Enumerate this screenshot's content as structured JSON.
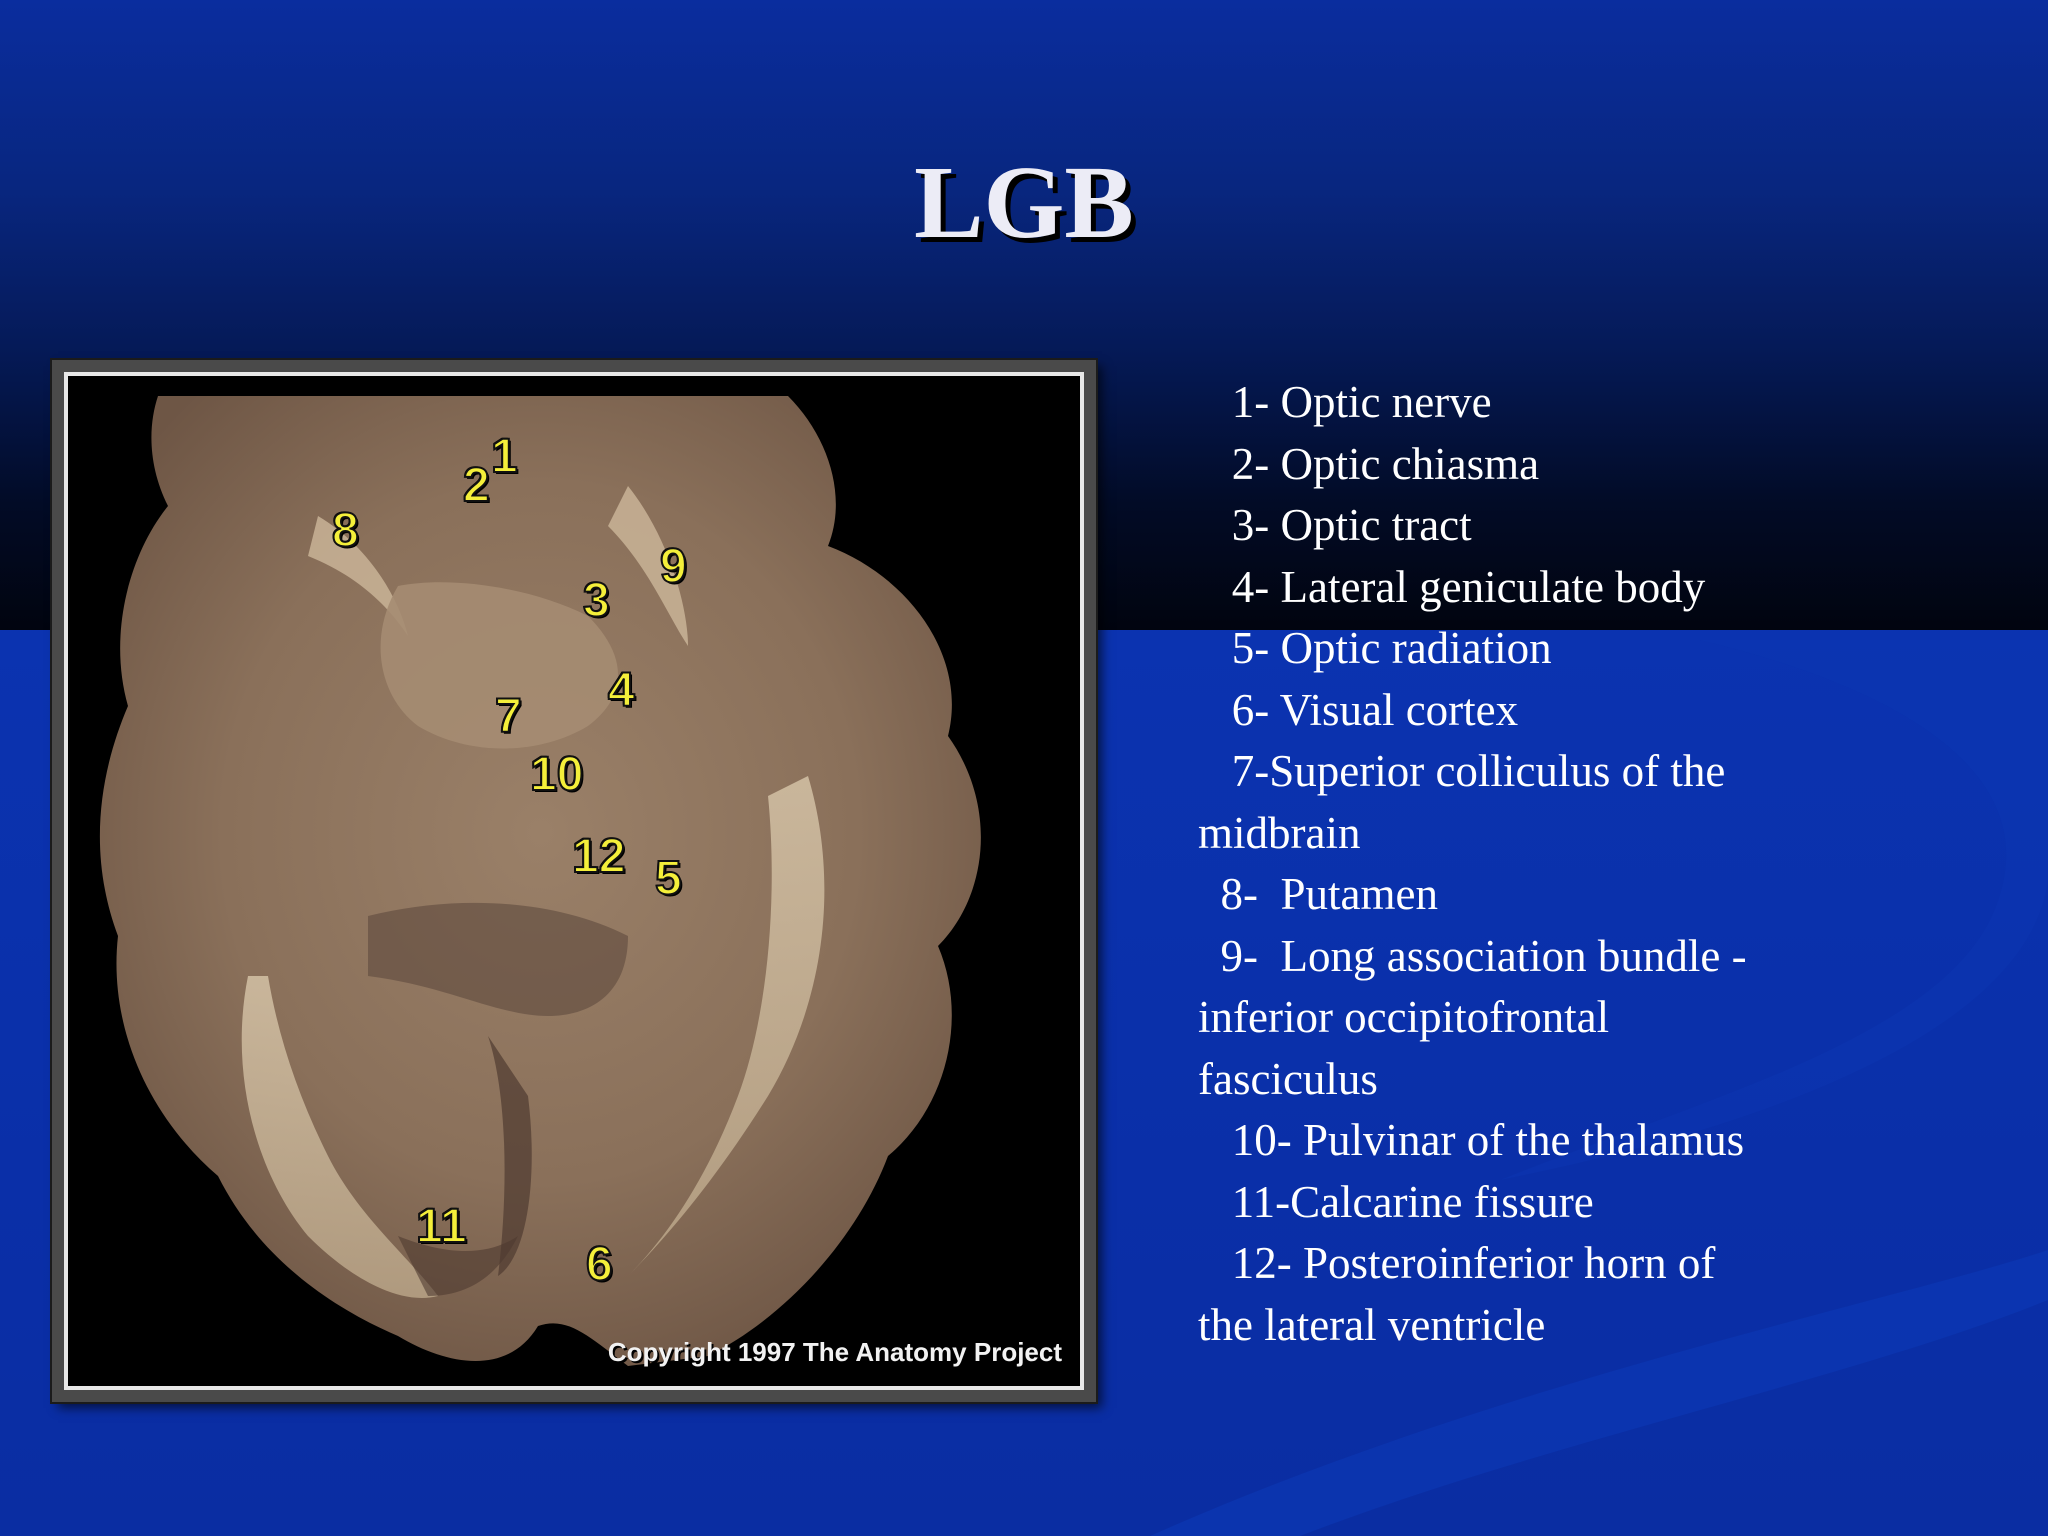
{
  "slide": {
    "title": "LGB",
    "colors": {
      "background": "#0a2fa8",
      "title_text": "#ececf6",
      "legend_text": "#ffffff",
      "marker_text": "#f4ef3a"
    }
  },
  "figure": {
    "description_icon": "brain-dissection-image",
    "copyright": "Copyright 1997 The Anatomy Project",
    "markers": [
      "1",
      "2",
      "3",
      "4",
      "5",
      "6",
      "7",
      "8",
      "9",
      "10",
      "11",
      "12"
    ]
  },
  "legend": {
    "lines": [
      "   1- Optic nerve",
      "   2- Optic chiasma",
      "   3- Optic tract",
      "   4- Lateral geniculate body",
      "   5- Optic radiation",
      "   6- Visual cortex",
      "   7-Superior colliculus of the",
      "midbrain",
      "  8-  Putamen",
      "  9-  Long association bundle -",
      "inferior occipitofrontal",
      "fasciculus",
      "   10- Pulvinar of the thalamus",
      "   11-Calcarine fissure",
      "   12- Posteroinferior horn of",
      "the lateral ventricle"
    ]
  }
}
